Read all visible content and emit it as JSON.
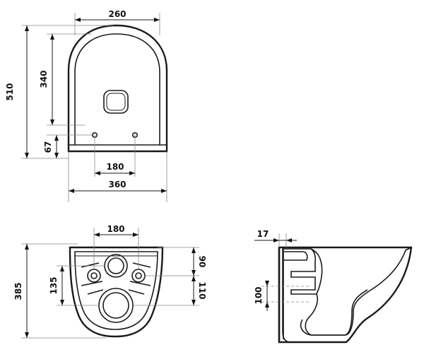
{
  "top_view": {
    "width_top": "260",
    "height_total": "510",
    "height_seat": "340",
    "height_bottom": "67",
    "hole_spacing": "180",
    "width_total": "360"
  },
  "rear_view": {
    "bolt_spacing": "180",
    "height_total": "385",
    "height_left": "135",
    "height_upper": "90",
    "height_lower": "110"
  },
  "side_view": {
    "wall_depth": "17",
    "outlet_height": "100"
  }
}
